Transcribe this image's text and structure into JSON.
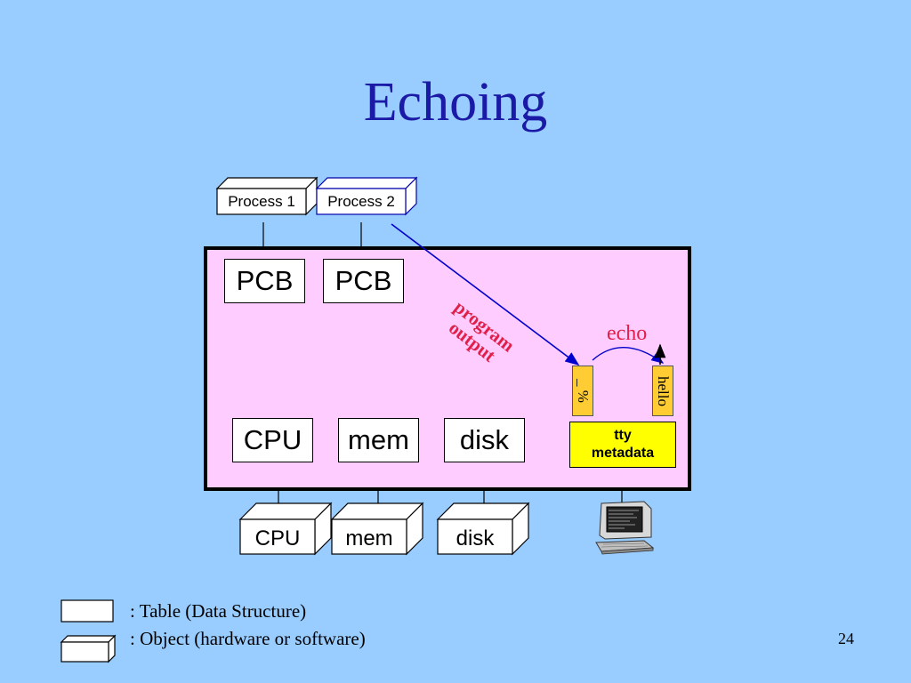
{
  "title": "Echoing",
  "processes": [
    "Process 1",
    "Process 2"
  ],
  "pcb_label": "PCB",
  "kernel_tables": [
    "CPU",
    "mem",
    "disk"
  ],
  "hardware_objects": [
    "CPU",
    "mem",
    "disk"
  ],
  "program_output_label_1": "program",
  "program_output_label_2": "output",
  "echo_label": "echo",
  "input_buffer_text": "_ %",
  "output_buffer_text": "hello",
  "tty_line1": "tty",
  "tty_line2": "metadata",
  "legend": {
    "table": ":  Table  (Data Structure)",
    "object": ":  Object (hardware or software)"
  },
  "page_number": "24",
  "colors": {
    "background": "#99ccff",
    "kernel": "#ffccff",
    "title": "#1a1aa6",
    "accent_red": "#e0204a",
    "buffer": "#ffcc33",
    "tty": "#ffff00",
    "arrow_blue": "#0000cc"
  },
  "icons": [
    "terminal-computer-icon"
  ]
}
